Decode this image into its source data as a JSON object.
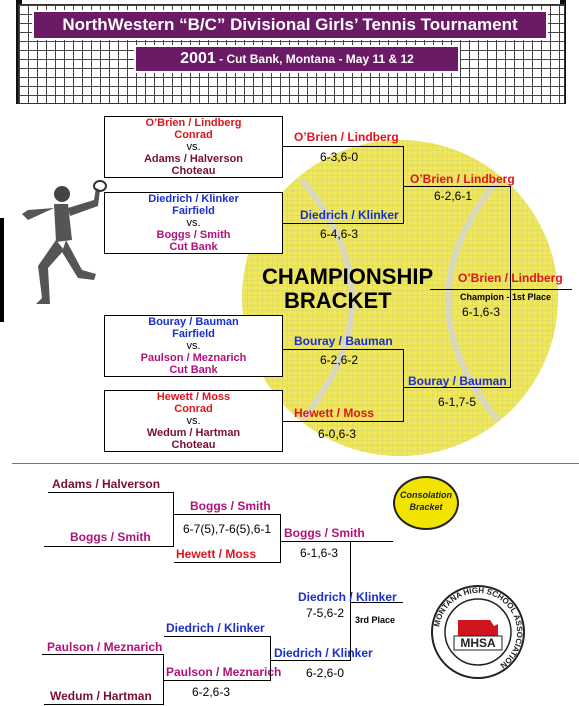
{
  "header": {
    "title": "NorthWestern “B/C” Divisional Girls’ Tennis Tournament",
    "year": "2001",
    "location": "- Cut Bank, Montana - May 11 & 12"
  },
  "championship": {
    "center_label_1": "CHAMPIONSHIP",
    "center_label_2": "BRACKET",
    "matches": [
      {
        "team1": "O’Brien / Lindberg",
        "school1": "Conrad",
        "vs": "vs.",
        "team2": "Adams / Halverson",
        "school2": "Choteau"
      },
      {
        "team1": "Diedrich / Klinker",
        "school1": "Fairfield",
        "vs": "vs.",
        "team2": "Boggs / Smith",
        "school2": "Cut Bank"
      },
      {
        "team1": "Bouray / Bauman",
        "school1": "Fairfield",
        "vs": "vs.",
        "team2": "Paulson / Meznarich",
        "school2": "Cut Bank"
      },
      {
        "team1": "Hewett / Moss",
        "school1": "Conrad",
        "vs": "vs.",
        "team2": "Wedum / Hartman",
        "school2": "Choteau"
      }
    ],
    "round2": [
      {
        "winner": "O’Brien / Lindberg",
        "score": "6-3,6-0"
      },
      {
        "winner": "Diedrich / Klinker",
        "score": "6-4,6-3"
      },
      {
        "winner": "Bouray / Bauman",
        "score": "6-2,6-2"
      },
      {
        "winner": "Hewett / Moss",
        "score": "6-0,6-3"
      }
    ],
    "semis": [
      {
        "winner": "O’Brien / Lindberg",
        "score": "6-2,6-1"
      },
      {
        "winner": "Bouray / Bauman",
        "score": "6-1,7-5"
      }
    ],
    "final": {
      "winner": "O’Brien / Lindberg",
      "place": "Champion - 1st Place",
      "score": "6-1,6-3"
    }
  },
  "consolation": {
    "badge_line1": "Consolation",
    "badge_line2": "Bracket",
    "r1": [
      "Adams / Halverson",
      "Boggs / Smith",
      "Paulson / Meznarich",
      "Wedum / Hartman"
    ],
    "r2_top": {
      "team1": "Boggs / Smith",
      "score": "6-7(5),7-6(5),6-1",
      "team2": "Hewett / Moss"
    },
    "r2_bottom": {
      "team1": "Diedrich / Klinker",
      "team2": "Paulson / Meznarich",
      "score": "6-2,6-3"
    },
    "r3_top": {
      "winner": "Boggs / Smith",
      "score": "6-1,6-3"
    },
    "r3_bottom": {
      "winner": "Diedrich / Klinker",
      "score": "6-2,6-0"
    },
    "third": {
      "winner": "Diedrich / Klinker",
      "score": "7-5,6-2",
      "place": "3rd Place"
    }
  },
  "logo": {
    "ring_text": "MONTANA HIGH SCHOOL ASSOCIATION",
    "abbr": "MHSA"
  },
  "colors": {
    "banner": "#6b1a66",
    "ball": "#f0e85a",
    "red": "#e0141e",
    "blue": "#1a2fd0",
    "magenta": "#b0127a"
  }
}
